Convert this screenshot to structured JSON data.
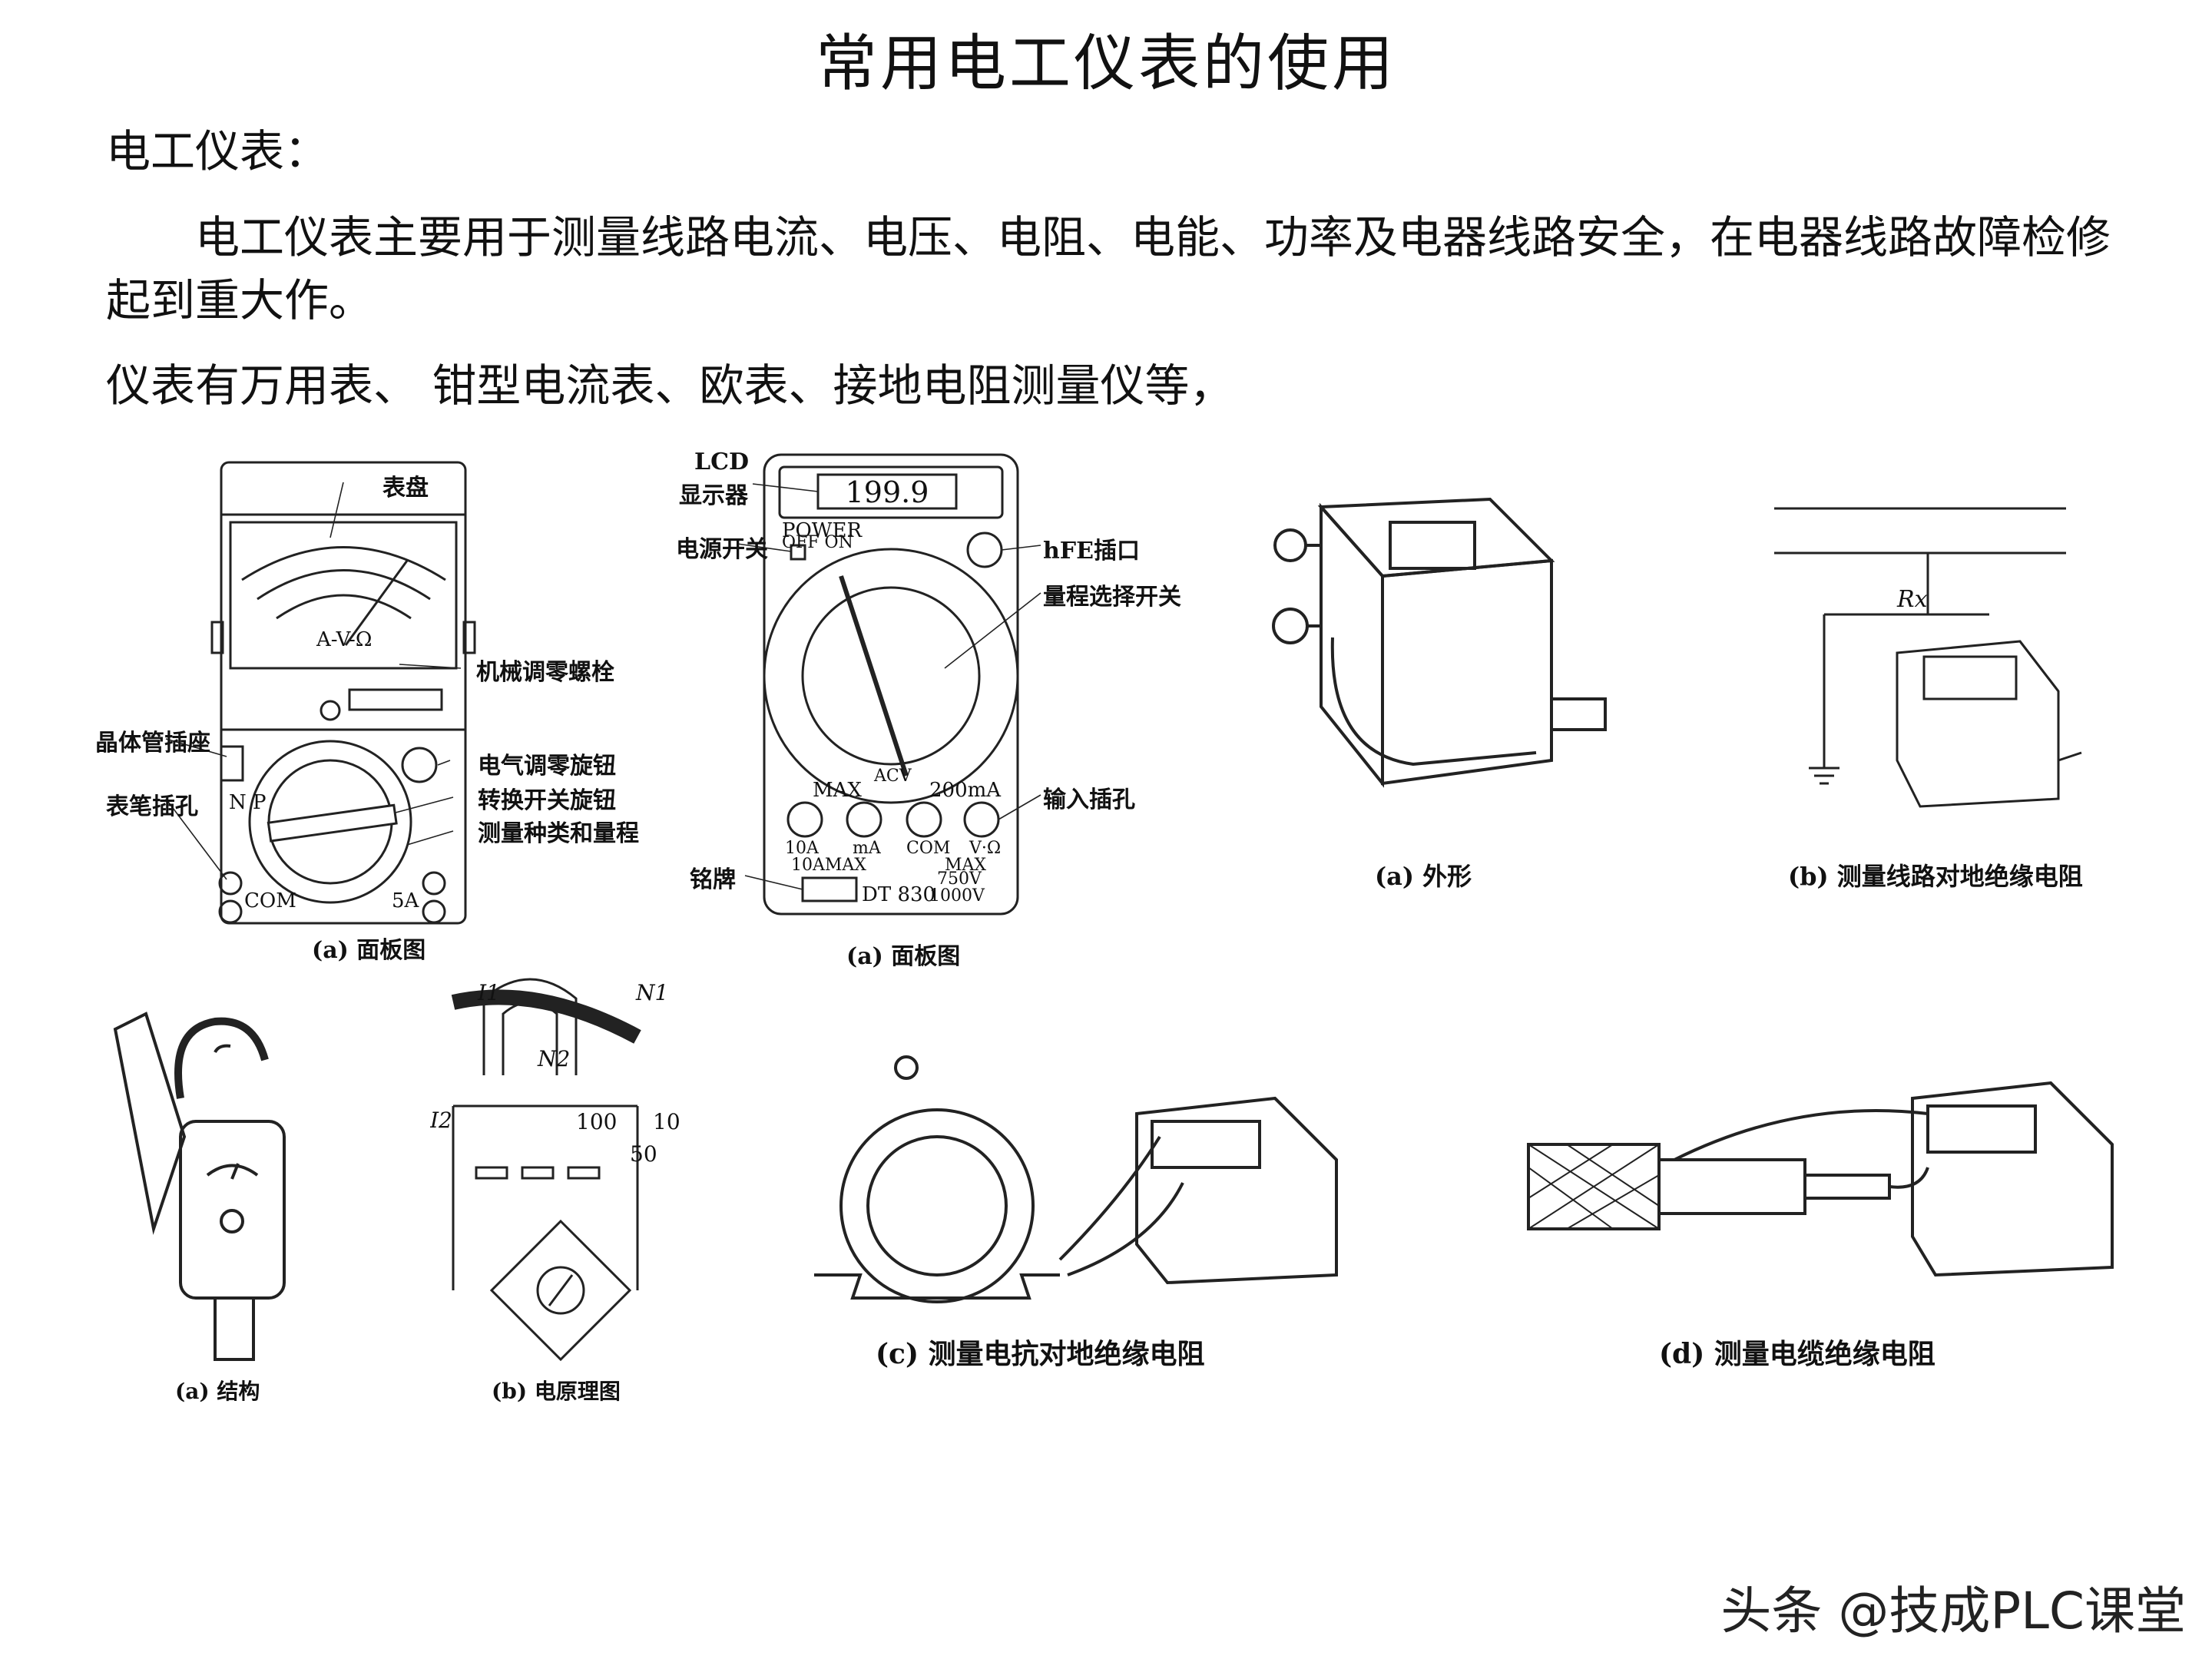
{
  "page": {
    "title": "常用电工仪表的使用",
    "heading": "电工仪表：",
    "paragraph": "电工仪表主要用于测量线路电流、电压、电阻、电能、功率及电器线路安全，在电器线路故障检修起到重大作。",
    "list_line": "仪表有万用表、 钳型电流表、欧表、接地电阻测量仪等，"
  },
  "fig_analog": {
    "label_dial": "表盘",
    "label_mech_zero": "机械调零螺栓",
    "label_transistor": "晶体管插座",
    "label_elec_zero": "电气调零旋钮",
    "label_switch": "转换开关旋钮",
    "label_jack": "表笔插孔",
    "label_types": "测量种类和量程",
    "scale_text": "A-V-Ω",
    "com": "COM",
    "fivea": "5A",
    "np": "N P",
    "caption": "(a) 面板图"
  },
  "fig_digital": {
    "lcd_label": "LCD",
    "lcd_label2": "显示器",
    "lcd_value": "199.9",
    "power_label": "电源开关",
    "power_text": "POWER",
    "off_on": "OFF ON",
    "hfe_label": "hFE插口",
    "range_label": "量程选择开关",
    "input_label": "输入插孔",
    "nameplate_label": "铭牌",
    "max": "MAX",
    "ma200": "200mA",
    "acv": "ACV",
    "a10": "10A",
    "ma": "mA",
    "com": "COM",
    "vomega": "V·Ω",
    "max10a": "10AMAX",
    "max_v": "MAX",
    "v750": "750V",
    "v1000": "1000V",
    "model": "DT 830",
    "caption": "(a) 面板图"
  },
  "fig_megger": {
    "caption_a": "(a) 外形",
    "caption_b": "(b) 测量线路对地绝缘电阻",
    "rx": "Rx"
  },
  "fig_clamp": {
    "caption_struct": "(a) 结构",
    "caption_circuit": "(b) 电原理图",
    "i1": "I1",
    "n1": "N1",
    "n2": "N2",
    "i2": "I2",
    "t100": "100",
    "t10": "10",
    "t50": "50"
  },
  "fig_tests": {
    "caption_c": "(c) 测量电抗对地绝缘电阻",
    "caption_d": "(d) 测量电缆绝缘电阻"
  },
  "watermark": "头条 @技成PLC课堂"
}
